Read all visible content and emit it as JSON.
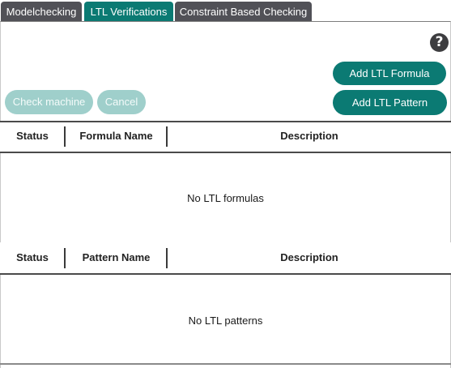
{
  "tabs": [
    {
      "label": "Modelchecking",
      "active": false
    },
    {
      "label": "LTL Verifications",
      "active": true
    },
    {
      "label": "Constraint Based Checking",
      "active": false
    }
  ],
  "toolbar": {
    "help_glyph": "?",
    "add_formula_label": "Add LTL Formula",
    "add_pattern_label": "Add LTL Pattern",
    "check_machine_label": "Check machine",
    "cancel_label": "Cancel"
  },
  "formulas_table": {
    "columns": [
      "Status",
      "Formula Name",
      "Description"
    ],
    "empty_text": "No LTL formulas"
  },
  "patterns_table": {
    "columns": [
      "Status",
      "Pattern Name",
      "Description"
    ],
    "empty_text": "No LTL patterns"
  },
  "colors": {
    "accent": "#0b7a73",
    "tab_inactive": "#515157",
    "button_disabled": "#9fcfcb"
  },
  "icons": {
    "help": "question-circle-icon"
  }
}
